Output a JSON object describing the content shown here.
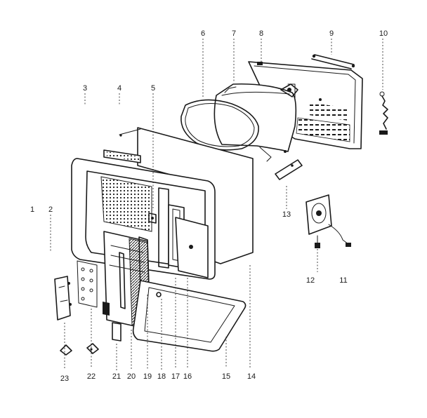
{
  "diagram": {
    "labels": [
      "1",
      "2",
      "3",
      "4",
      "5",
      "6",
      "7",
      "8",
      "9",
      "10",
      "11",
      "12",
      "13",
      "14",
      "15",
      "16",
      "17",
      "18",
      "19",
      "20",
      "21",
      "22",
      "23"
    ],
    "color_ink": "#1a1a1a",
    "color_paper": "#ffffff"
  }
}
